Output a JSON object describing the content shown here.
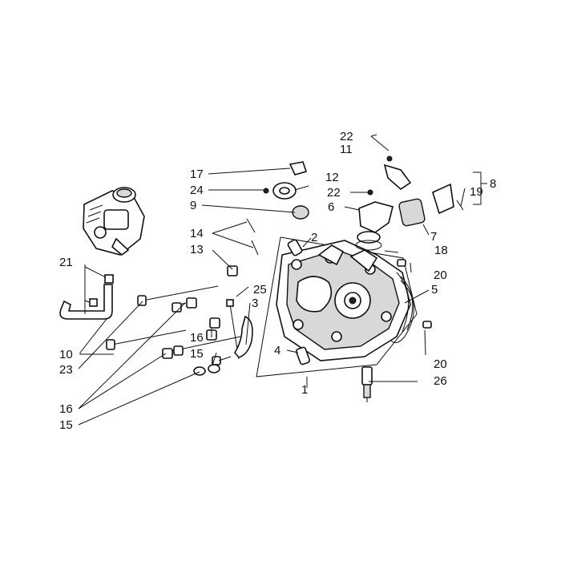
{
  "labels": {
    "l1": "1",
    "l2": "2",
    "l3": "3",
    "l4": "4",
    "l5": "5",
    "l6": "6",
    "l7": "7",
    "l8": "8",
    "l9": "9",
    "l10": "10",
    "l11": "11",
    "l12": "12",
    "l13": "13",
    "l14": "14",
    "l15a": "15",
    "l15b": "15",
    "l16a": "16",
    "l16b": "16",
    "l17": "17",
    "l18": "18",
    "l19": "19",
    "l20a": "20",
    "l20b": "20",
    "l21": "21",
    "l22a": "22",
    "l22b": "22",
    "l23": "23",
    "l24": "24",
    "l25": "25",
    "l26": "26"
  }
}
